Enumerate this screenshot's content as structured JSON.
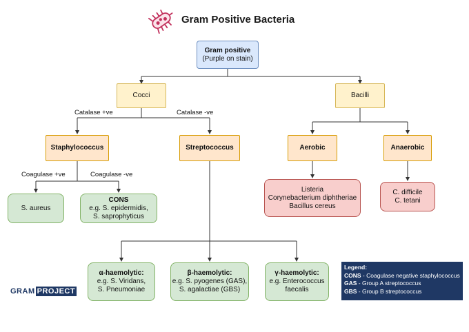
{
  "title": "Gram Positive Bacteria",
  "icon": "bacterium-icon",
  "colors": {
    "root_fill": "#dae8fc",
    "category_fill": "#fff2cc",
    "subcategory_fill": "#ffe6cc",
    "species_fill": "#d5e8d4",
    "anaerobe_fill": "#f8cecc",
    "legend_bg": "#1f3864"
  },
  "nodes": {
    "gram_positive": {
      "line1": "Gram positive",
      "line2": "(Purple on stain)"
    },
    "cocci": "Cocci",
    "bacilli": "Bacilli",
    "staphylococcus": "Staphylococcus",
    "streptococcus": "Streptococcus",
    "aerobic": "Aerobic",
    "anaerobic": "Anaerobic",
    "s_aureus": "S. aureus",
    "cons": {
      "line1": "CONS",
      "line2": "e.g. S. epidermidis,",
      "line3": "S. saprophyticus"
    },
    "aerobic_species": {
      "line1": "Listeria",
      "line2": "Corynebacterium diphtheriae",
      "line3": "Bacillus cereus"
    },
    "anaerobic_species": {
      "line1": "C. difficile",
      "line2": "C. tetani"
    },
    "alpha": {
      "line1": "α-haemolytic:",
      "line2": "e.g. S. Viridans,",
      "line3": "S. Pneumoniae"
    },
    "beta": {
      "line1": "β-haemolytic:",
      "line2": "e.g. S. pyogenes (GAS),",
      "line3": "S. agalactiae (GBS)"
    },
    "gamma": {
      "line1": "γ-haemolytic:",
      "line2": "e.g. Enterococcus",
      "line3": "faecalis"
    }
  },
  "edge_labels": {
    "catalase_pos": "Catalase +ve",
    "catalase_neg": "Catalase -ve",
    "coagulase_pos": "Coagulase +ve",
    "coagulase_neg": "Coagulase -ve"
  },
  "legend": {
    "heading": "Legend:",
    "items": [
      {
        "abbr": "CONS",
        "text": " - Coagulase negative staphylococcus"
      },
      {
        "abbr": "GAS",
        "text": " - Group A streptococcus"
      },
      {
        "abbr": "GBS",
        "text": " - Group B streptococcus"
      }
    ]
  },
  "logo": {
    "part1": "GRAM",
    "part2": "PROJECT"
  }
}
